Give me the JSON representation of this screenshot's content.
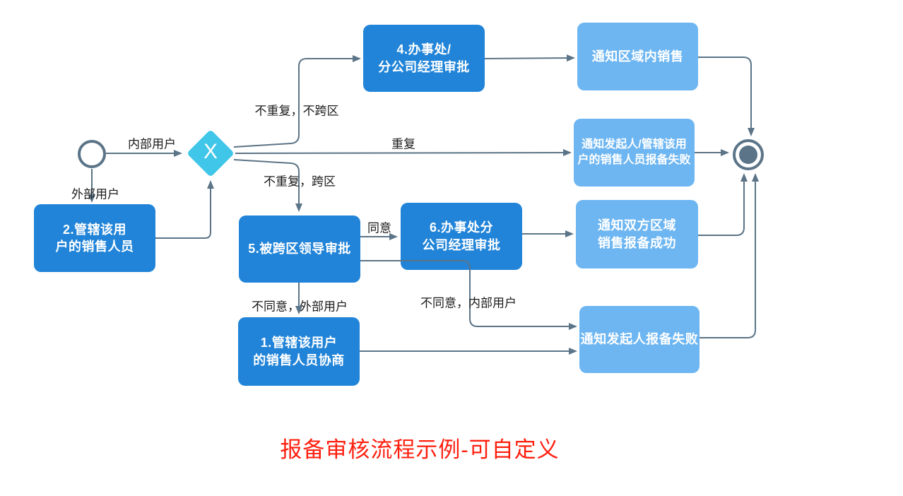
{
  "diagram": {
    "title": "报备审核流程示例-可自定义"
  },
  "colors": {
    "task_fill": "#2184d8",
    "notify_fill": "#6db6f2",
    "gateway_fill": "#3fc6e8",
    "connector": "#5b7487",
    "event_stroke": "#5b7487",
    "label_color": "#1b1b1b",
    "title_color": "#ff1f0f"
  },
  "nodes": {
    "gateway": {
      "label": "X"
    },
    "task2": {
      "lines": [
        "2.管辖该用",
        "户的销售人员"
      ]
    },
    "task4": {
      "lines": [
        "4.办事处/",
        "分公司经理审批"
      ]
    },
    "task5": {
      "lines": [
        "5.被跨区领导审批"
      ]
    },
    "task6": {
      "lines": [
        "6.办事处分",
        "公司经理审批"
      ]
    },
    "task1": {
      "lines": [
        "1.管辖该用户",
        "的销售人员协商"
      ]
    },
    "notify_region": {
      "lines": [
        "通知区域内销售"
      ]
    },
    "notify_initiator_sales_fail": {
      "lines": [
        "通知发起人/管辖该用",
        "户的销售人员报备失败"
      ]
    },
    "notify_both_success": {
      "lines": [
        "通知双方区域",
        "销售报备成功"
      ]
    },
    "notify_initiator_fail": {
      "lines": [
        "通知发起人报备失败"
      ]
    }
  },
  "edge_labels": {
    "internal_user": "内部用户",
    "external_user": "外部用户",
    "not_dup_not_cross": "不重复，不跨区",
    "duplicate": "重复",
    "not_dup_cross": "不重复，跨区",
    "agree": "同意",
    "disagree_external": "不同意，外部用户",
    "disagree_internal": "不同意，内部用户"
  }
}
